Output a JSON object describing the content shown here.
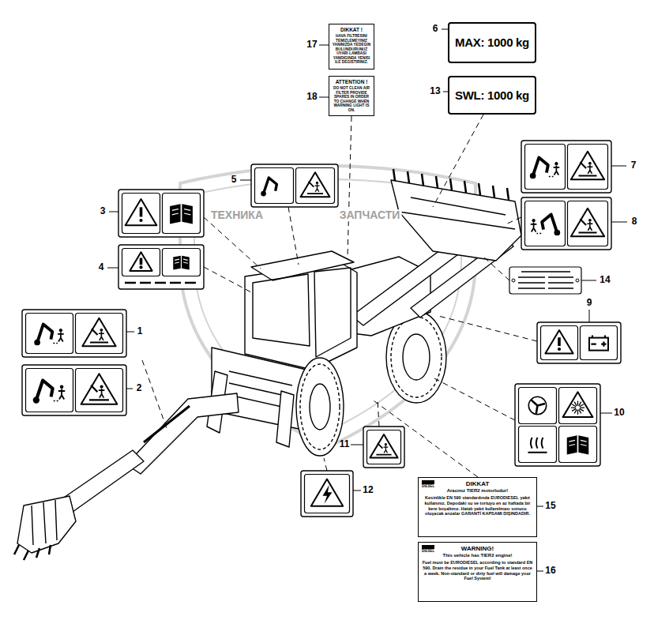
{
  "diagram": {
    "nodes": [
      {
        "text": [
          "DIKKAT !",
          "HAVA FILTRESINI TEMIZLEMEYINIZ YANINIZDA YEDEGIN BULUNDURUNUZ UYARI LAMBASI YANDIGINDA YENISI ILE DEGISTIRINIZ."
        ]
      },
      {
        "text": [
          "MAX: 1000 kg"
        ]
      },
      {
        "text": [
          "ATTENTION !",
          "DO NOT CLEAN AIR FILTER PROVIDE SPARES IN ORDER TO CHANGE WHEN WARNING LIGHT IS ON."
        ]
      },
      {
        "text": [
          "SWL: 1000 kg"
        ]
      },
      {
        "text": [
          "DIESEL",
          "DIKKAT",
          "Aracınız TIER2 motorludur!",
          "Kesinlikle EN 590 standardında EURODIESEL yakıt kullanınız. Depodaki su ve tortuyu en az haftada bir kere boşaltınız. Hatalı yakıt kullanılması sonucu oluşacak arızalar GARANTİ KAPSAMI DIŞINDADIR."
        ]
      },
      {
        "text": [
          "DIESEL",
          "WARNING!",
          "This vehicle has TIER2 engine!",
          "Fuel must be EURODIESEL according to standard EN 590. Drain the residue in your Fuel Tank at least once a week. Non-standard or dirty fuel will damage your Fuel System!"
        ]
      }
    ],
    "labels": [
      "6",
      "17",
      "18",
      "13",
      "7",
      "5",
      "3",
      "ТЕХНИКА",
      "ЗАПЧАСТИ",
      "8",
      "4",
      "14",
      "9",
      "1",
      "2",
      "10",
      "11",
      "12",
      "15",
      "16"
    ]
  }
}
